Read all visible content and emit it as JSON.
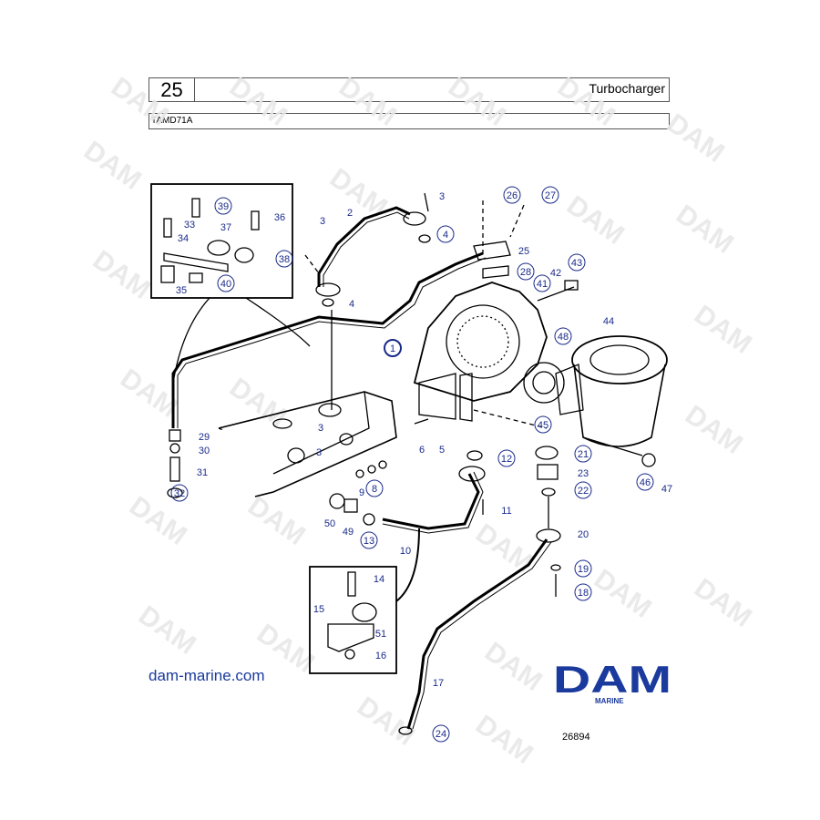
{
  "header": {
    "section_number": "25",
    "title": "Turbocharger"
  },
  "model": "TAMD71A",
  "watermark": "DAM",
  "website": "dam-marine.com",
  "logo": {
    "text": "DAM",
    "subtext": "MARINE",
    "color": "#1a3a9e"
  },
  "figure_number": "26894",
  "callouts": {
    "circled": [
      "1",
      "4",
      "8",
      "12",
      "13",
      "21",
      "22",
      "24",
      "26",
      "27",
      "28",
      "32",
      "38",
      "39",
      "40",
      "41",
      "43",
      "45",
      "46",
      "48",
      "19",
      "18"
    ],
    "plain": [
      "2",
      "3",
      "5",
      "6",
      "9",
      "10",
      "11",
      "14",
      "15",
      "16",
      "17",
      "20",
      "23",
      "25",
      "29",
      "30",
      "31",
      "33",
      "34",
      "35",
      "36",
      "37",
      "42",
      "44",
      "47",
      "49",
      "50",
      "51"
    ]
  }
}
